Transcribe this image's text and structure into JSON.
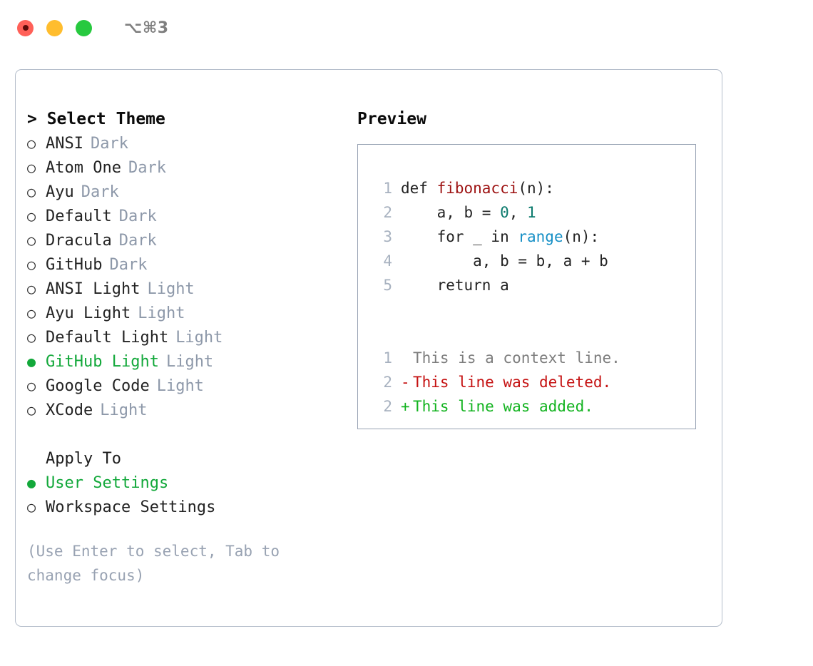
{
  "titlebar": {
    "shortcut": "⌥⌘3",
    "buttons": [
      {
        "name": "close",
        "color": "#ff6058"
      },
      {
        "name": "minimize",
        "color": "#ffbd2e"
      },
      {
        "name": "maximize",
        "color": "#27c93f"
      }
    ]
  },
  "theme_picker": {
    "heading": "> Select Theme",
    "items": [
      {
        "marker": "○",
        "label": "ANSI",
        "tag": "Dark",
        "selected": false
      },
      {
        "marker": "○",
        "label": "Atom One",
        "tag": "Dark",
        "selected": false
      },
      {
        "marker": "○",
        "label": "Ayu",
        "tag": "Dark",
        "selected": false
      },
      {
        "marker": "○",
        "label": "Default",
        "tag": "Dark",
        "selected": false
      },
      {
        "marker": "○",
        "label": "Dracula",
        "tag": "Dark",
        "selected": false
      },
      {
        "marker": "○",
        "label": "GitHub",
        "tag": "Dark",
        "selected": false
      },
      {
        "marker": "○",
        "label": "ANSI Light",
        "tag": "Light",
        "selected": false
      },
      {
        "marker": "○",
        "label": "Ayu Light",
        "tag": "Light",
        "selected": false
      },
      {
        "marker": "○",
        "label": "Default Light",
        "tag": "Light",
        "selected": false
      },
      {
        "marker": "●",
        "label": "GitHub Light",
        "tag": "Light",
        "selected": true
      },
      {
        "marker": "○",
        "label": "Google Code",
        "tag": "Light",
        "selected": false
      },
      {
        "marker": "○",
        "label": "XCode",
        "tag": "Light",
        "selected": false
      }
    ]
  },
  "apply_to": {
    "heading": "Apply To",
    "items": [
      {
        "marker": "●",
        "label": "User Settings",
        "selected": true
      },
      {
        "marker": "○",
        "label": "Workspace Settings",
        "selected": false
      }
    ]
  },
  "hint": "(Use Enter to select, Tab to change focus)",
  "preview": {
    "title": "Preview",
    "code_lines": [
      {
        "num": "1",
        "indent": "",
        "tokens": [
          {
            "text": "def ",
            "type": "plain"
          },
          {
            "text": "fibonacci",
            "type": "fn"
          },
          {
            "text": "(n):",
            "type": "plain"
          }
        ]
      },
      {
        "num": "2",
        "indent": "    ",
        "tokens": [
          {
            "text": "a, b = ",
            "type": "plain"
          },
          {
            "text": "0",
            "type": "num"
          },
          {
            "text": ", ",
            "type": "plain"
          },
          {
            "text": "1",
            "type": "num"
          }
        ]
      },
      {
        "num": "3",
        "indent": "    ",
        "tokens": [
          {
            "text": "for _ in ",
            "type": "plain"
          },
          {
            "text": "range",
            "type": "call"
          },
          {
            "text": "(n):",
            "type": "plain"
          }
        ]
      },
      {
        "num": "4",
        "indent": "        ",
        "tokens": [
          {
            "text": "a, b = b, a + b",
            "type": "plain"
          }
        ]
      },
      {
        "num": "5",
        "indent": "    ",
        "tokens": [
          {
            "text": "return a",
            "type": "plain"
          }
        ]
      }
    ],
    "diff_lines": [
      {
        "num": "1",
        "sign": " ",
        "text": "This is a context line.",
        "kind": "context"
      },
      {
        "num": "2",
        "sign": "-",
        "text": "This line was deleted.",
        "kind": "deleted"
      },
      {
        "num": "2",
        "sign": "+",
        "text": "This line was added.",
        "kind": "added"
      }
    ]
  },
  "colors": {
    "accent_green": "#12a83a",
    "tag_grey": "#8d98a9",
    "hint_grey": "#98a2b2",
    "gutter_grey": "#a7b1bf",
    "panel_border": "#b4bdca",
    "preview_border": "#97a2b3",
    "syntax_function": "#9d1212",
    "syntax_number": "#0b7a6d",
    "syntax_call": "#1790c6",
    "diff_context": "#7d7d7d",
    "diff_deleted": "#c51111",
    "diff_added": "#12b31f"
  }
}
